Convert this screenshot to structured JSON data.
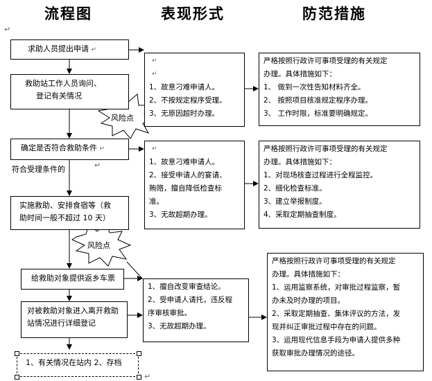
{
  "headers": {
    "flow": "流程图",
    "forms": "表现形式",
    "measures": "防范措施"
  },
  "para_mark": "↵",
  "flow": {
    "step1": "求助人员提出申请",
    "step2_l1": "救助站工作人员询问、",
    "step2_l2": "登记有关情况",
    "step3": "确定是否符合救助条件",
    "condition_label": "符合受理条件的",
    "step4_l1": "实施救助、安排食宿等（救",
    "step4_l2": "助时间一般不超过 10 天）",
    "step5": "给救助对象提供返乡车票",
    "step6_l1": "对被救助对象进入离开救助",
    "step6_l2": "站情况进行详细登记",
    "step7": "1、有关情况在站内 2、存档"
  },
  "risk_points": {
    "first": "风险点",
    "second": "风险点"
  },
  "forms": {
    "group1": [
      "1、故意刁难申请人。",
      "2、不按规定程序受理。",
      "3、无原因超时办理。"
    ],
    "group2": [
      "1、故意刁难申请人。",
      "2、接受申请人的宴请、",
      "贿赂，擅自降低检查标",
      "准。",
      "3、无故超期办理。"
    ],
    "group3": [
      "1、擅自改变审查结论。",
      "2、受申请人请托，违反程",
      "序审核审批。",
      "3、无故超期办理。"
    ]
  },
  "measures": {
    "group1": [
      "严格按照行政许可事项受理的有关规定",
      "办理。具体措施如下：",
      "1、  做到一次性告知材料齐全。",
      "2、  按照项目核准规定程序办理。",
      "3、  工作时限，标准要明确规定。"
    ],
    "group2": [
      "严格按照行政许可事项受理的有关规定",
      "办理。具体措施如下：",
      "1、对现场核查过程进行全程监控。",
      "2、细化检查标准。",
      "3、建立举报制度。",
      "4、采取定期抽查制度。"
    ],
    "group3": [
      "严格按照行政许可事项受理的有关规定",
      "办理。具体措施如下：",
      "1、运用监察系统，对审批过程监察，暂",
      "办未及时办理的项目。",
      "2、采取定期抽查、集体评议的方法，发",
      "现并纠正审批过程中存在的问题。",
      "3、运用现代信息手段为申请人提供多种",
      "获取审批办理情况的途径。"
    ]
  }
}
